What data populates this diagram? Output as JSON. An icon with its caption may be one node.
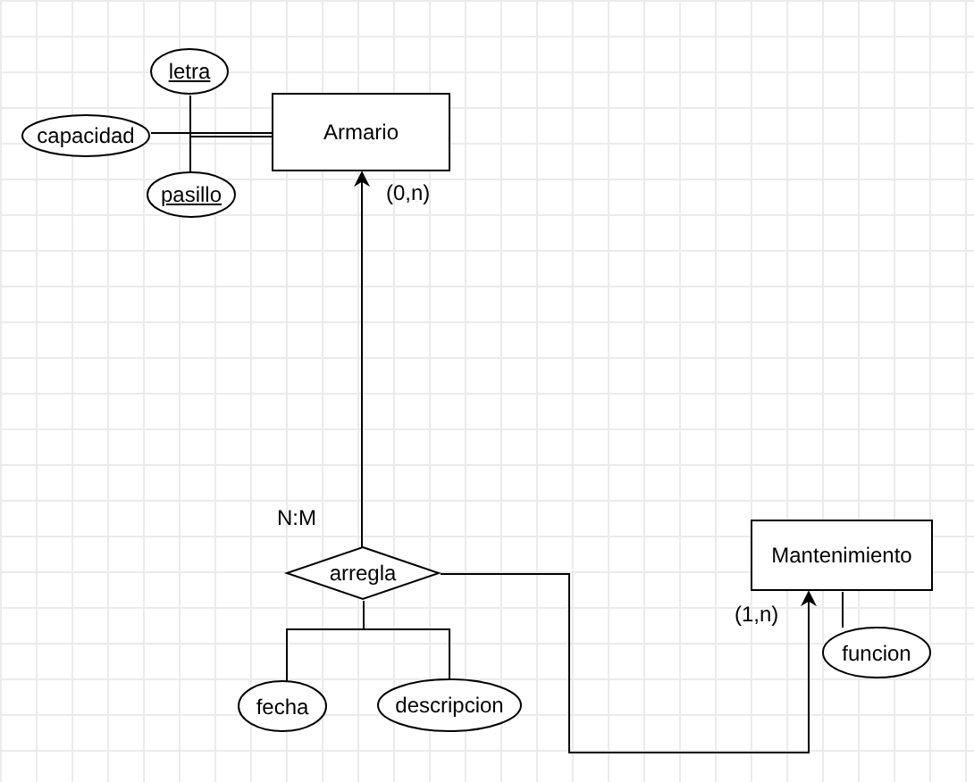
{
  "diagram": {
    "nodes": [
      {
        "text": [
          "Armario"
        ]
      },
      {
        "text": [
          "letra"
        ]
      },
      {
        "text": [
          "capacidad"
        ]
      },
      {
        "text": [
          "pasillo"
        ]
      },
      {
        "text": [
          "arregla"
        ]
      },
      {
        "text": [
          "fecha"
        ]
      },
      {
        "text": [
          "descripcion"
        ]
      },
      {
        "text": [
          "Mantenimiento"
        ]
      },
      {
        "text": [
          "funcion"
        ]
      }
    ],
    "edges": [
      {
        "from": 2,
        "to": 0,
        "arrow": "none"
      },
      {
        "from": 1,
        "to": 0,
        "arrow": "none"
      },
      {
        "from": 3,
        "to": 0,
        "arrow": "none"
      },
      {
        "from": 4,
        "to": 0,
        "arrow": "to"
      },
      {
        "from": 4,
        "to": 7,
        "arrow": "to"
      },
      {
        "from": 4,
        "to": 5,
        "arrow": "none"
      },
      {
        "from": 4,
        "to": 6,
        "arrow": "none"
      },
      {
        "from": 8,
        "to": 7,
        "arrow": "none"
      }
    ],
    "labels": [
      "(0,n)",
      "N:M",
      "(1,n)"
    ]
  }
}
